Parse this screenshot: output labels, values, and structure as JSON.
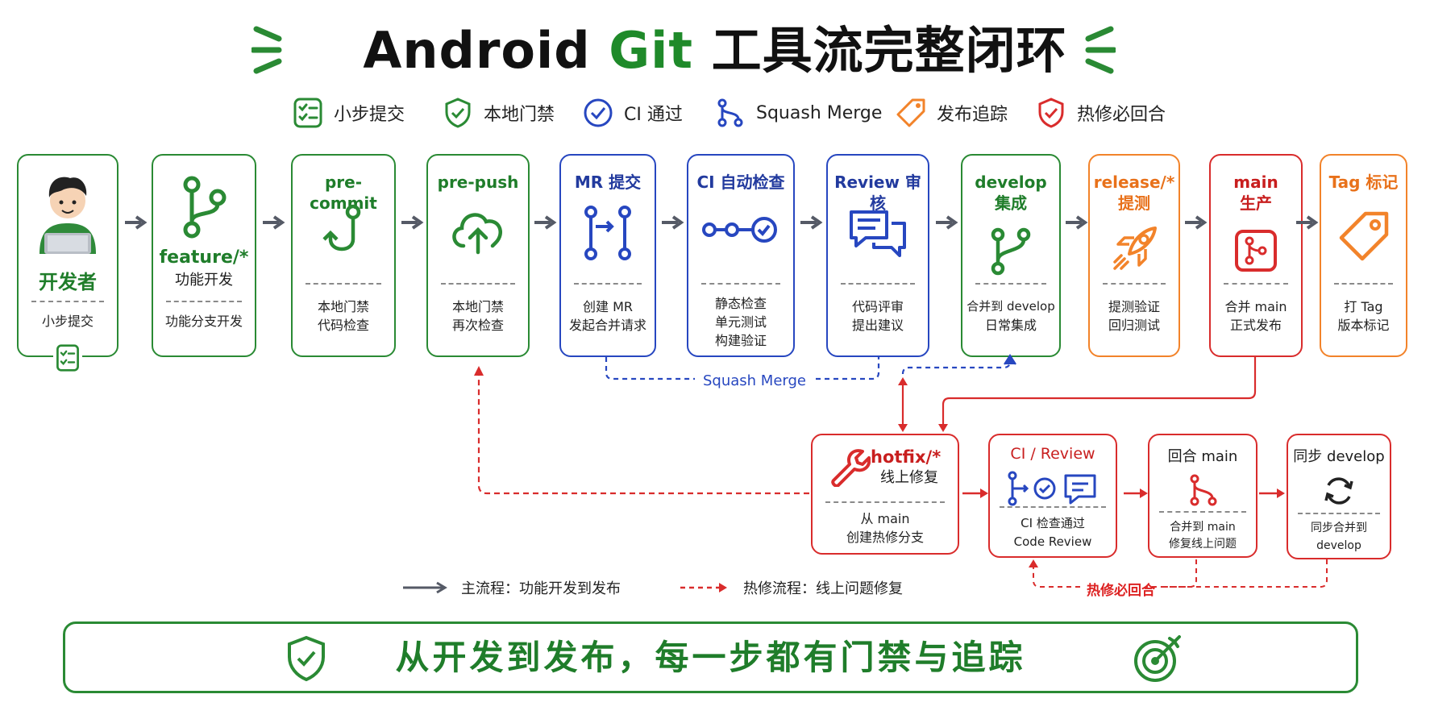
{
  "title": {
    "prefix": "Android",
    "git": "Git",
    "suffix": "工具流完整闭环"
  },
  "legend": [
    {
      "icon": "checklist-icon",
      "label": "小步提交"
    },
    {
      "icon": "shield-check-icon",
      "label": "本地门禁"
    },
    {
      "icon": "check-circle-icon",
      "label": "CI 通过"
    },
    {
      "icon": "merge-icon",
      "label": "Squash Merge"
    },
    {
      "icon": "tag-icon",
      "label": "发布追踪"
    },
    {
      "icon": "shield-red-icon",
      "label": "热修必回合"
    }
  ],
  "cards": {
    "developer": {
      "title": "开发者",
      "desc": [
        "小步提交"
      ]
    },
    "feature": {
      "title": "feature/*",
      "subtitle": "功能开发",
      "desc": [
        "功能分支开发"
      ]
    },
    "precommit": {
      "title": "pre-commit",
      "desc": [
        "本地门禁",
        "代码检查"
      ]
    },
    "prepush": {
      "title": "pre-push",
      "desc": [
        "本地门禁",
        "再次检查"
      ]
    },
    "mr": {
      "title": "MR 提交",
      "desc": [
        "创建 MR",
        "发起合并请求"
      ]
    },
    "ci": {
      "title": "CI 自动检查",
      "desc": [
        "静态检查",
        "单元测试",
        "构建验证"
      ]
    },
    "review": {
      "title": "Review 审核",
      "desc": [
        "代码评审",
        "提出建议"
      ]
    },
    "develop": {
      "title": "develop",
      "subtitle": "集成",
      "desc": [
        "合并到 develop",
        "日常集成"
      ]
    },
    "release": {
      "title": "release/*",
      "subtitle": "提测",
      "desc": [
        "提测验证",
        "回归测试"
      ]
    },
    "main": {
      "title": "main",
      "subtitle": "生产",
      "desc": [
        "合并 main",
        "正式发布"
      ]
    },
    "tag": {
      "title": "Tag 标记",
      "desc": [
        "打 Tag",
        "版本标记"
      ]
    },
    "hotfix": {
      "title": "hotfix/*",
      "subtitle": "线上修复",
      "desc": [
        "从 main",
        "创建热修分支"
      ]
    },
    "cireview": {
      "title": "CI / Review",
      "desc": [
        "CI 检查通过",
        "Code Review"
      ]
    },
    "backmain": {
      "title": "回合 main",
      "desc": [
        "合并到 main",
        "修复线上问题"
      ]
    },
    "syncdev": {
      "title": "同步 develop",
      "desc": [
        "同步合并到",
        "develop"
      ]
    }
  },
  "squash_label": "Squash Merge",
  "hotfix_loop_label": "热修必回合",
  "bottom_legend": {
    "main_flow": "主流程：功能开发到发布",
    "hotfix_flow": "热修流程：线上问题修复"
  },
  "banner": "从开发到发布，每一步都有门禁与追踪",
  "colors": {
    "green": "#2a8a34",
    "blue": "#2747c0",
    "orange": "#f2832a",
    "red": "#d92c2c",
    "arrow": "#555a66"
  }
}
